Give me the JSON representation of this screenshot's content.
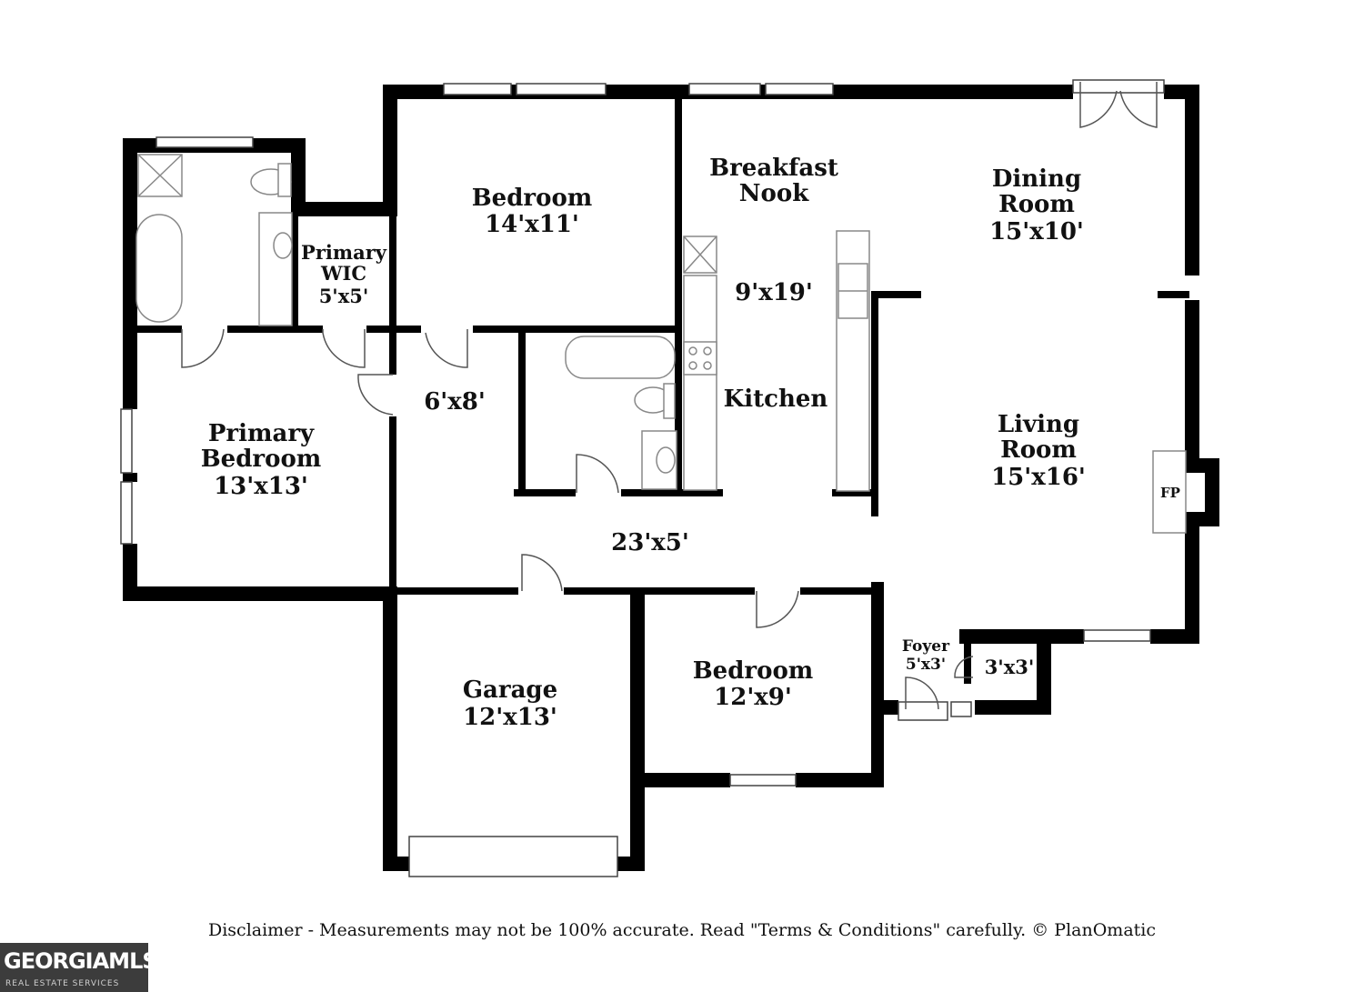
{
  "rooms": {
    "bedroom_top": {
      "name": "Bedroom",
      "size": "14'x11'"
    },
    "primary_wic": {
      "name_line1": "Primary",
      "name_line2": "WIC",
      "size": "5'x5'"
    },
    "breakfast_nook": {
      "name_line1": "Breakfast",
      "name_line2": "Nook"
    },
    "dining_room": {
      "name_line1": "Dining",
      "name_line2": "Room",
      "size": "15'x10'"
    },
    "kitchen": {
      "name": "Kitchen",
      "size": "9'x19'"
    },
    "hall_small": {
      "size": "6'x8'"
    },
    "primary_bedroom": {
      "name_line1": "Primary",
      "name_line2": "Bedroom",
      "size": "13'x13'"
    },
    "living_room": {
      "name_line1": "Living",
      "name_line2": "Room",
      "size": "15'x16'"
    },
    "fireplace": {
      "label": "FP"
    },
    "hallway": {
      "size": "23'x5'"
    },
    "garage": {
      "name": "Garage",
      "size": "12'x13'"
    },
    "bedroom_bottom": {
      "name": "Bedroom",
      "size": "12'x9'"
    },
    "foyer": {
      "name": "Foyer",
      "size": "5'x3'"
    },
    "closet": {
      "size": "3'x3'"
    }
  },
  "footer": {
    "disclaimer": "Disclaimer - Measurements may not be 100% accurate. Read \"Terms & Conditions\" carefully. © PlanOmatic"
  },
  "logo": {
    "text": "GEORGIAMLS",
    "subtext": "REAL ESTATE SERVICES"
  },
  "colors": {
    "wall": "#000000",
    "fixture_stroke": "#888888",
    "background": "#ffffff"
  }
}
